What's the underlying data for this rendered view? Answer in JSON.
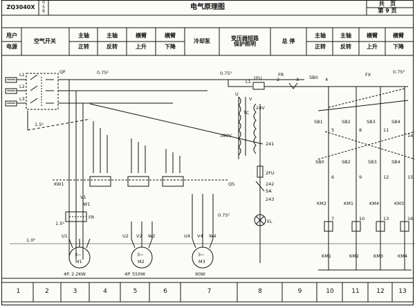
{
  "title_block": {
    "model": "ZQ3040X",
    "revision_marks": [
      "0",
      "5",
      "6"
    ],
    "title": "电气原理图",
    "total_label": "共",
    "total_unit": "页",
    "page_label": "第 9 页"
  },
  "header_cols": [
    {
      "top": "用户",
      "bottom": "电源"
    },
    {
      "top": "空气开关",
      "bottom": ""
    },
    {
      "top": "主轴",
      "bottom": "正转"
    },
    {
      "top": "主轴",
      "bottom": "反转"
    },
    {
      "top": "横臂",
      "bottom": "上升"
    },
    {
      "top": "横臂",
      "bottom": "下降"
    },
    {
      "top": "冷却泵",
      "bottom": ""
    },
    {
      "top": "变压器短路",
      "bottom": "保护照明"
    },
    {
      "top": "总 停",
      "bottom": ""
    },
    {
      "top": "主轴",
      "bottom": "正转"
    },
    {
      "top": "主轴",
      "bottom": "反转"
    },
    {
      "top": "横臂",
      "bottom": "上升"
    },
    {
      "top": "横臂",
      "bottom": "下降"
    }
  ],
  "footer_numbers": [
    "1",
    "2",
    "3",
    "4",
    "5",
    "6",
    "7",
    "8",
    "9",
    "10",
    "11",
    "12",
    "13"
  ],
  "power": {
    "lines": [
      "L1",
      "L2",
      "L3"
    ],
    "breaker": "QF",
    "ground": "1.0²"
  },
  "motors": [
    {
      "name": "M1",
      "phases": "3~",
      "spec": "4P. 2.2KW",
      "terms": [
        "U1",
        "V1",
        "W1"
      ]
    },
    {
      "name": "M2",
      "phases": "3~",
      "spec": "4P. 550W",
      "terms": [
        "U2",
        "V2",
        "W2"
      ]
    },
    {
      "name": "M3",
      "phases": "3~",
      "spec": "90W",
      "terms": [
        "U4",
        "V4",
        "W4"
      ]
    }
  ],
  "main_labels": {
    "kw": "KW1",
    "fr": "FR",
    "qs": "QS",
    "wire1": "0.75²",
    "wire2": "1.5²",
    "wire3": "1.5²",
    "wire4": "0.75²",
    "wire5": "0.75²"
  },
  "transformer": {
    "name": "TC",
    "primary": "380V",
    "secondary": "24V",
    "fuse": "1FU",
    "wire": "0.75²",
    "lnode": "L1",
    "bus_left": "U",
    "bus_right": "V",
    "node": "241",
    "fuse2": "2FU",
    "n242": "242",
    "switch": "SA",
    "n243": "243",
    "lamp": "EL"
  },
  "control": {
    "fr": "FR",
    "sb0": "SB0",
    "fx": "FX",
    "wire": "0.75²",
    "nodes_top": [
      "2",
      "3",
      "4"
    ],
    "node_numbers": [
      "5",
      "6",
      "7",
      "8",
      "9",
      "10",
      "11",
      "12",
      "13",
      "14",
      "15",
      "16"
    ],
    "buttons_upper": [
      "SB1",
      "SB2",
      "SB3",
      "SB4"
    ],
    "buttons_lower": [
      "SB0",
      "SB2",
      "SB3",
      "SB4"
    ],
    "interlocks": [
      "KM2",
      "KM1",
      "KM4",
      "KM3"
    ],
    "coil_labels": [
      "KM1",
      "KM2",
      "KM3",
      "KM4"
    ]
  }
}
